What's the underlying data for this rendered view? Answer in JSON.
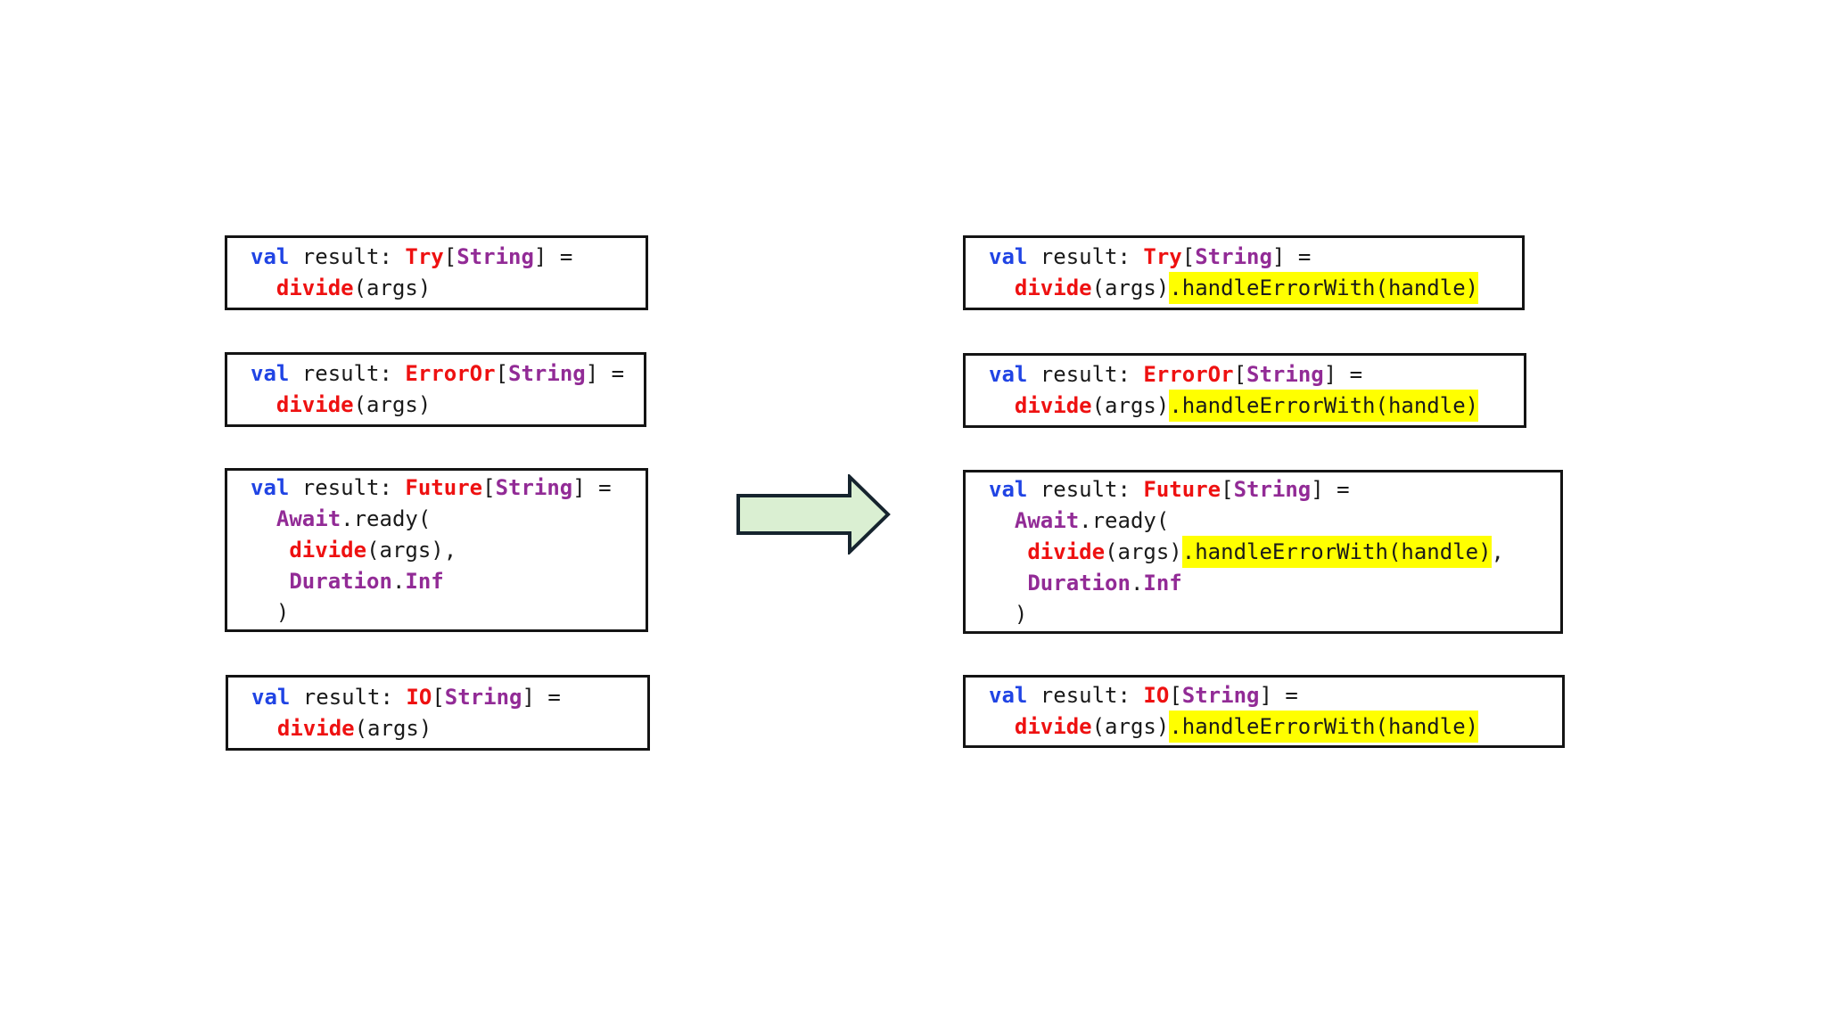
{
  "slide": {
    "description": "code-transformation-diagram",
    "background": "#ffffff"
  },
  "colors": {
    "keyword_blue": "#2044e4",
    "type_red": "#ee1111",
    "type_purple": "#922b96",
    "code_text": "#1a1a1a",
    "highlight_yellow": "#ffff00",
    "box_border": "#141414",
    "arrow_fill": "#daefd2",
    "arrow_stroke": "#16242e",
    "box_background": "#ffffff"
  },
  "arrow": {
    "icon": "block-arrow-right",
    "direction": "right"
  },
  "code_boxes": {
    "left_try": {
      "lines": [
        [
          {
            "t": "val",
            "s": "b"
          },
          {
            "t": " result: ",
            "s": "p"
          },
          {
            "t": "Try",
            "s": "r"
          },
          {
            "t": "[",
            "s": "p"
          },
          {
            "t": "String",
            "s": "m"
          },
          {
            "t": "] =",
            "s": "p"
          }
        ],
        [
          {
            "t": "  ",
            "s": "p"
          },
          {
            "t": "divide",
            "s": "r"
          },
          {
            "t": "(args)",
            "s": "p"
          }
        ]
      ]
    },
    "left_erroror": {
      "lines": [
        [
          {
            "t": "val",
            "s": "b"
          },
          {
            "t": " result: ",
            "s": "p"
          },
          {
            "t": "ErrorOr",
            "s": "r"
          },
          {
            "t": "[",
            "s": "p"
          },
          {
            "t": "String",
            "s": "m"
          },
          {
            "t": "] =",
            "s": "p"
          }
        ],
        [
          {
            "t": "  ",
            "s": "p"
          },
          {
            "t": "divide",
            "s": "r"
          },
          {
            "t": "(args)",
            "s": "p"
          }
        ]
      ]
    },
    "left_future": {
      "lines": [
        [
          {
            "t": "val",
            "s": "b"
          },
          {
            "t": " result: ",
            "s": "p"
          },
          {
            "t": "Future",
            "s": "r"
          },
          {
            "t": "[",
            "s": "p"
          },
          {
            "t": "String",
            "s": "m"
          },
          {
            "t": "] =",
            "s": "p"
          }
        ],
        [
          {
            "t": "  ",
            "s": "p"
          },
          {
            "t": "Await",
            "s": "m"
          },
          {
            "t": ".ready(",
            "s": "p"
          }
        ],
        [
          {
            "t": "   ",
            "s": "p"
          },
          {
            "t": "divide",
            "s": "r"
          },
          {
            "t": "(args),",
            "s": "p"
          }
        ],
        [
          {
            "t": "   ",
            "s": "p"
          },
          {
            "t": "Duration",
            "s": "m"
          },
          {
            "t": ".",
            "s": "p"
          },
          {
            "t": "Inf",
            "s": "m"
          }
        ],
        [
          {
            "t": "  )",
            "s": "p"
          }
        ]
      ]
    },
    "left_io": {
      "lines": [
        [
          {
            "t": "val",
            "s": "b"
          },
          {
            "t": " result: ",
            "s": "p"
          },
          {
            "t": "IO",
            "s": "r"
          },
          {
            "t": "[",
            "s": "p"
          },
          {
            "t": "String",
            "s": "m"
          },
          {
            "t": "] =",
            "s": "p"
          }
        ],
        [
          {
            "t": "  ",
            "s": "p"
          },
          {
            "t": "divide",
            "s": "r"
          },
          {
            "t": "(args)",
            "s": "p"
          }
        ]
      ]
    },
    "right_try": {
      "lines": [
        [
          {
            "t": "val",
            "s": "b"
          },
          {
            "t": " result: ",
            "s": "p"
          },
          {
            "t": "Try",
            "s": "r"
          },
          {
            "t": "[",
            "s": "p"
          },
          {
            "t": "String",
            "s": "m"
          },
          {
            "t": "] =",
            "s": "p"
          }
        ],
        [
          {
            "t": "  ",
            "s": "p"
          },
          {
            "t": "divide",
            "s": "r"
          },
          {
            "t": "(args)",
            "s": "p"
          },
          {
            "t": ".handleErrorWith(handle)",
            "s": "h"
          }
        ]
      ]
    },
    "right_erroror": {
      "lines": [
        [
          {
            "t": "val",
            "s": "b"
          },
          {
            "t": " result: ",
            "s": "p"
          },
          {
            "t": "ErrorOr",
            "s": "r"
          },
          {
            "t": "[",
            "s": "p"
          },
          {
            "t": "String",
            "s": "m"
          },
          {
            "t": "] =",
            "s": "p"
          }
        ],
        [
          {
            "t": "  ",
            "s": "p"
          },
          {
            "t": "divide",
            "s": "r"
          },
          {
            "t": "(args)",
            "s": "p"
          },
          {
            "t": ".handleErrorWith(handle)",
            "s": "h"
          }
        ]
      ]
    },
    "right_future": {
      "lines": [
        [
          {
            "t": "val",
            "s": "b"
          },
          {
            "t": " result: ",
            "s": "p"
          },
          {
            "t": "Future",
            "s": "r"
          },
          {
            "t": "[",
            "s": "p"
          },
          {
            "t": "String",
            "s": "m"
          },
          {
            "t": "] =",
            "s": "p"
          }
        ],
        [
          {
            "t": "  ",
            "s": "p"
          },
          {
            "t": "Await",
            "s": "m"
          },
          {
            "t": ".ready(",
            "s": "p"
          }
        ],
        [
          {
            "t": "   ",
            "s": "p"
          },
          {
            "t": "divide",
            "s": "r"
          },
          {
            "t": "(args)",
            "s": "p"
          },
          {
            "t": ".handleErrorWith(handle)",
            "s": "h"
          },
          {
            "t": ",",
            "s": "p"
          }
        ],
        [
          {
            "t": "   ",
            "s": "p"
          },
          {
            "t": "Duration",
            "s": "m"
          },
          {
            "t": ".",
            "s": "p"
          },
          {
            "t": "Inf",
            "s": "m"
          }
        ],
        [
          {
            "t": "  )",
            "s": "p"
          }
        ]
      ]
    },
    "right_io": {
      "lines": [
        [
          {
            "t": "val",
            "s": "b"
          },
          {
            "t": " result: ",
            "s": "p"
          },
          {
            "t": "IO",
            "s": "r"
          },
          {
            "t": "[",
            "s": "p"
          },
          {
            "t": "String",
            "s": "m"
          },
          {
            "t": "] =",
            "s": "p"
          }
        ],
        [
          {
            "t": "  ",
            "s": "p"
          },
          {
            "t": "divide",
            "s": "r"
          },
          {
            "t": "(args)",
            "s": "p"
          },
          {
            "t": ".handleErrorWith(handle)",
            "s": "h"
          }
        ]
      ]
    }
  }
}
